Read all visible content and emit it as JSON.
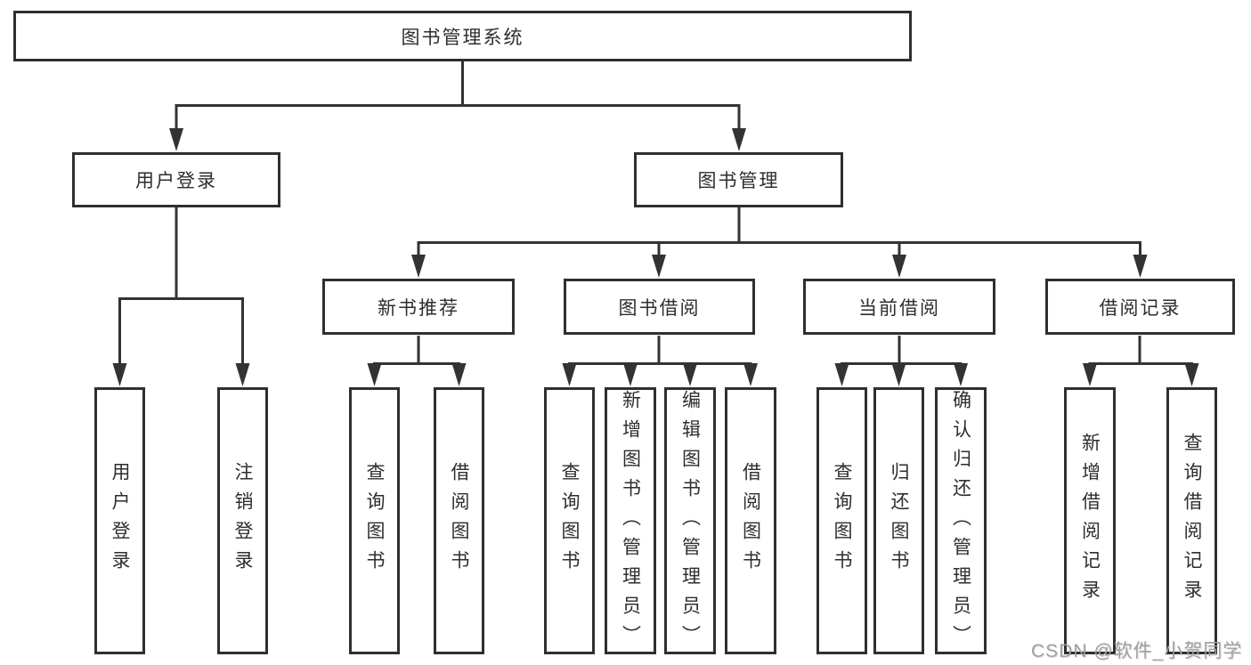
{
  "diagram": {
    "title": "图书管理系统",
    "children": [
      {
        "label": "用户登录",
        "children": [
          {
            "label": "用户登录"
          },
          {
            "label": "注销登录"
          }
        ]
      },
      {
        "label": "图书管理",
        "children": [
          {
            "label": "新书推荐",
            "children": [
              {
                "label": "查询图书"
              },
              {
                "label": "借阅图书"
              }
            ]
          },
          {
            "label": "图书借阅",
            "children": [
              {
                "label": "查询图书"
              },
              {
                "label": "新增图书（管理员）"
              },
              {
                "label": "编辑图书（管理员）"
              },
              {
                "label": "借阅图书"
              }
            ]
          },
          {
            "label": "当前借阅",
            "children": [
              {
                "label": "查询图书"
              },
              {
                "label": "归还图书"
              },
              {
                "label": "确认归还（管理员）"
              }
            ]
          },
          {
            "label": "借阅记录",
            "children": [
              {
                "label": "新增借阅记录"
              },
              {
                "label": "查询借阅记录"
              }
            ]
          }
        ]
      }
    ]
  },
  "watermark": {
    "text": "CSDN @软件_小贺同学"
  },
  "colors": {
    "line": "#333333",
    "box_border": "#2f2f2f",
    "text": "#2e2e2e",
    "watermark_text": "#a0a0a0",
    "background": "#ffffff"
  }
}
